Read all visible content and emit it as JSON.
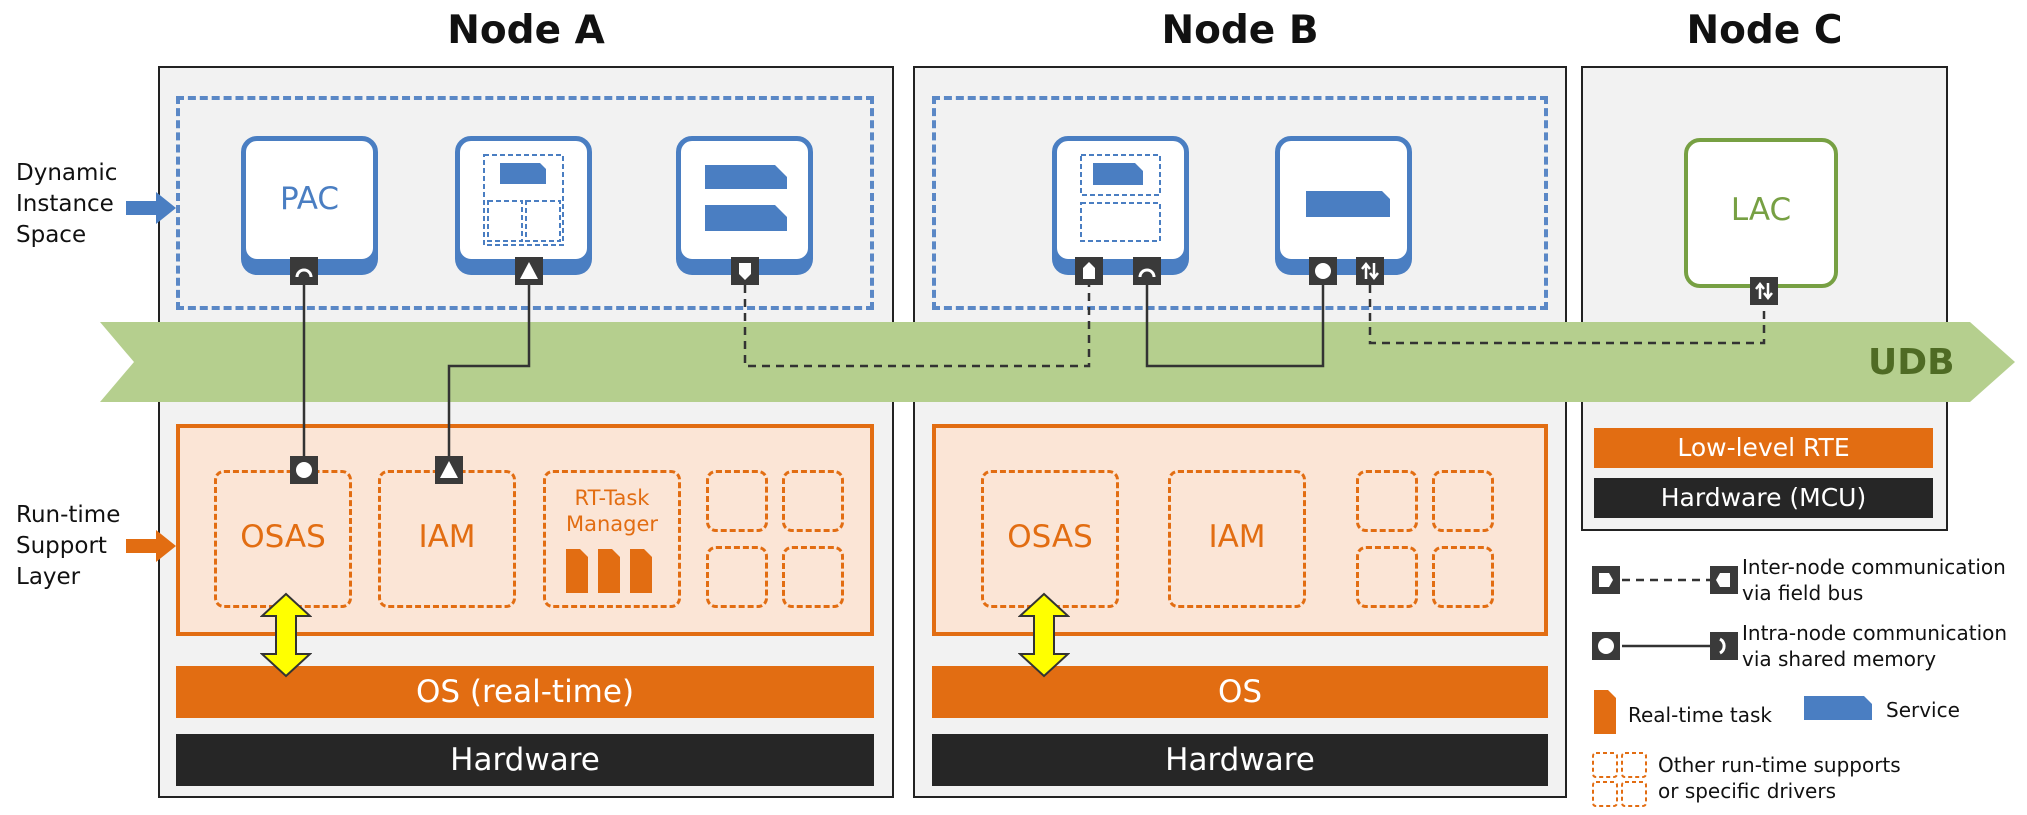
{
  "nodes": {
    "a": {
      "title": "Node A"
    },
    "b": {
      "title": "Node B"
    },
    "c": {
      "title": "Node C"
    }
  },
  "side_labels": {
    "dynamic": "Dynamic\nInstance\nSpace",
    "runtime": "Run-time\nSupport\nLayer"
  },
  "services": {
    "pac": "PAC",
    "lac": "LAC"
  },
  "runtime": {
    "osas": "OSAS",
    "iam": "IAM",
    "rt_task_manager": "RT-Task\nManager"
  },
  "bars": {
    "os_realtime": "OS (real-time)",
    "os": "OS",
    "hardware": "Hardware",
    "low_level_rte": "Low-level RTE",
    "hardware_mcu": "Hardware (MCU)"
  },
  "udb": "UDB",
  "legend": {
    "inter_node": "Inter-node communication\nvia field bus",
    "intra_node": "Intra-node communication\nvia shared memory",
    "rt_task": "Real-time task",
    "service": "Service",
    "other_rt": "Other run-time supports\nor specific drivers"
  },
  "colors": {
    "service_blue": "#4a7ec2",
    "runtime_orange": "#e26d12",
    "udb_green": "#b5cf8e",
    "lac_green": "#77a043",
    "hardware_dark": "#262626"
  }
}
